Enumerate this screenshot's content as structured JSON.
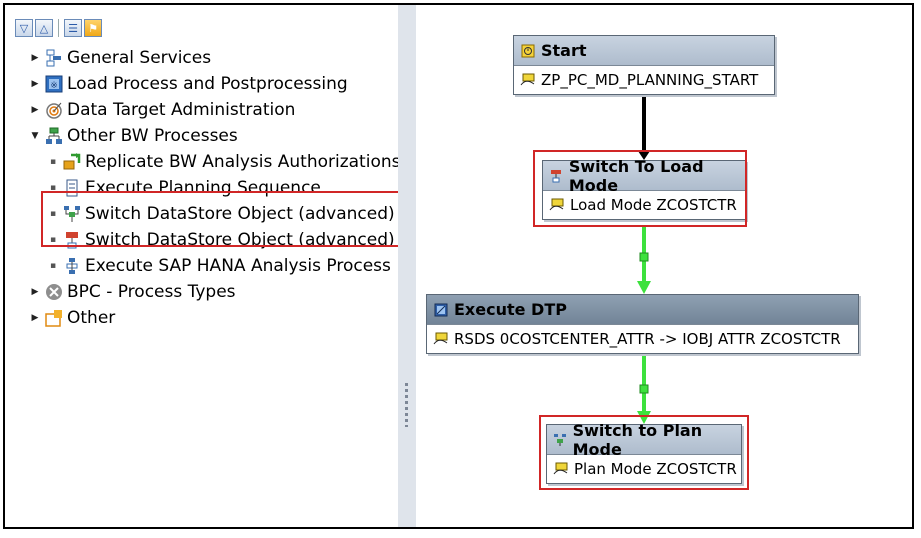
{
  "tree": {
    "items": [
      {
        "label": "General Services",
        "icon": "service-icon"
      },
      {
        "label": "Load Process and Postprocessing",
        "icon": "load-icon"
      },
      {
        "label": "Data Target Administration",
        "icon": "target-icon"
      },
      {
        "label": "Other BW Processes",
        "icon": "process-icon"
      },
      {
        "label": "Replicate BW Analysis Authorizations to",
        "icon": "replicate-icon"
      },
      {
        "label": "Execute Planning Sequence",
        "icon": "sequence-icon"
      },
      {
        "label": "Switch DataStore Object (advanced) to",
        "icon": "switch-icon"
      },
      {
        "label": "Switch DataStore Object (advanced) to",
        "icon": "switch-icon"
      },
      {
        "label": "Execute SAP HANA Analysis Process",
        "icon": "hana-icon"
      },
      {
        "label": "BPC - Process Types",
        "icon": "bpc-icon"
      },
      {
        "label": "Other",
        "icon": "folder-icon"
      }
    ]
  },
  "nodes": {
    "start": {
      "title": "Start",
      "value": "ZP_PC_MD_PLANNING_START"
    },
    "load_mode": {
      "title": "Switch To Load Mode",
      "value": "Load Mode ZCOSTCTR"
    },
    "dtp": {
      "title": "Execute DTP",
      "value": "RSDS 0COSTCENTER_ATTR -> IOBJ ATTR ZCOSTCTR"
    },
    "plan_mode": {
      "title": "Switch to Plan Mode",
      "value": "Plan Mode ZCOSTCTR"
    }
  },
  "colors": {
    "highlight": "#d12626",
    "success_link": "#3de13d",
    "default_link": "#000000"
  }
}
